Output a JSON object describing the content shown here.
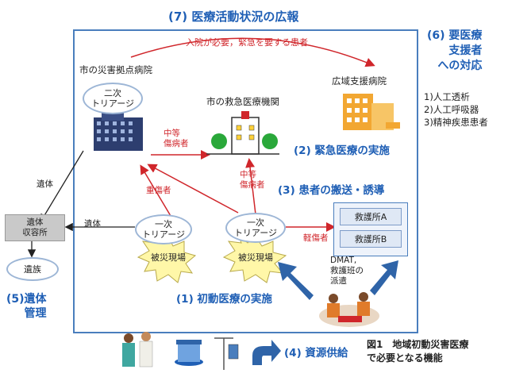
{
  "title_top": "(7) 医療活動状況の広報",
  "arrow_note_top": "入院が必要，緊急を要する患者",
  "city_disaster_hospital": "市の災害拠点病院",
  "secondary_triage": "二次\nトリアージ",
  "city_emergency": "市の救急医療機関",
  "regional_hospital": "広域支援病院",
  "moderate_1": "中等\n傷病者",
  "moderate_2": "中等\n傷病者",
  "severe": "重傷者",
  "mild": "軽傷者",
  "remains_1": "遺体",
  "remains_2": "遺体",
  "morgue": "遺体\n収容所",
  "family": "遺族",
  "primary_triage_1": "一次\nトリアージ",
  "primary_triage_2": "一次\nトリアージ",
  "disaster_site_1": "被災現場",
  "disaster_site_2": "被災現場",
  "rescue_a": "救護所A",
  "rescue_b": "救護所B",
  "dmat": "DMAT,\n救護班の\n派遣",
  "label_1": "(1) 初動医療の実施",
  "label_2": "(2) 緊急医療の実施",
  "label_3": "(3) 患者の搬送・誘導",
  "label_4": "(4) 資源供給",
  "label_5": "(5)遺体\n管理",
  "label_6": "(6) 要医療\n支援者\nへの対応",
  "needs_list": [
    "1)人工透析",
    "2)人工呼吸器",
    "3)精神疾患患者"
  ],
  "caption": "図1　地域初動災害医療\nで必要となる機能",
  "colors": {
    "accent_blue": "#1f5fb5",
    "arrow_red": "#d0262b",
    "frame_blue": "#4a7ebd",
    "burst_yellow": "#fff7a8"
  }
}
